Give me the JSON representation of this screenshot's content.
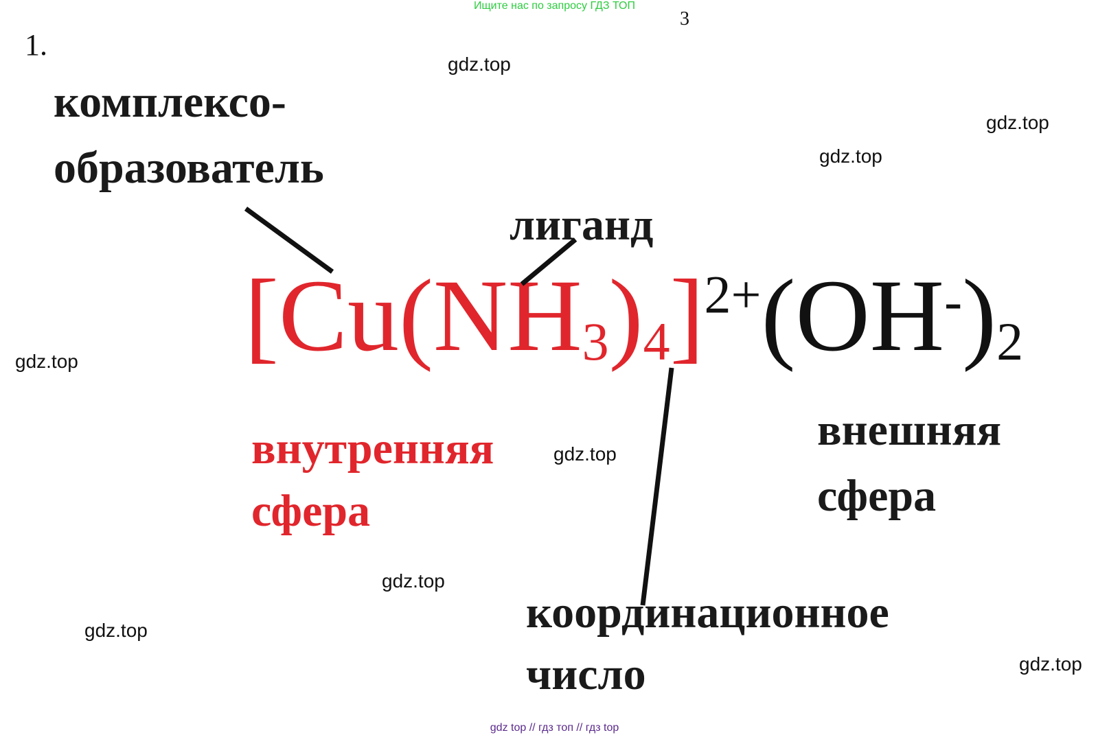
{
  "header": {
    "notice": "Ищите нас по запросу ГДЗ ТОП"
  },
  "item_number": "1.",
  "page_mark": "3",
  "watermark": "gdz.top",
  "labels": {
    "complexing_agent_line1": "комплексо-",
    "complexing_agent_line2": "образователь",
    "ligand": "лиганд",
    "inner_sphere_line1": "внутренняя",
    "inner_sphere_line2": "сфера",
    "outer_sphere_line1": "внешняя",
    "outer_sphere_line2": "сфера",
    "coordination_number_line1": "координационное",
    "coordination_number_line2": "число"
  },
  "formula": {
    "open_bracket": "[",
    "central_atom": "Cu",
    "open_paren": "(",
    "ligand": "NH",
    "ligand_subscript": "3",
    "close_paren": ")",
    "coordination_number": "4",
    "close_bracket": "]",
    "charge": "2+",
    "outer_open_paren": "(",
    "outer_ion": "OH",
    "outer_ion_charge": "-",
    "outer_close_paren": ")",
    "outer_count": "2"
  },
  "colors": {
    "inner_sphere": "#e0262c",
    "outer_sphere": "#111111",
    "top_notice": "#2ecc40",
    "bottom_notice": "#5b2a8c"
  },
  "footer": {
    "links": "gdz top  //  гдз топ  //  гдз top"
  }
}
